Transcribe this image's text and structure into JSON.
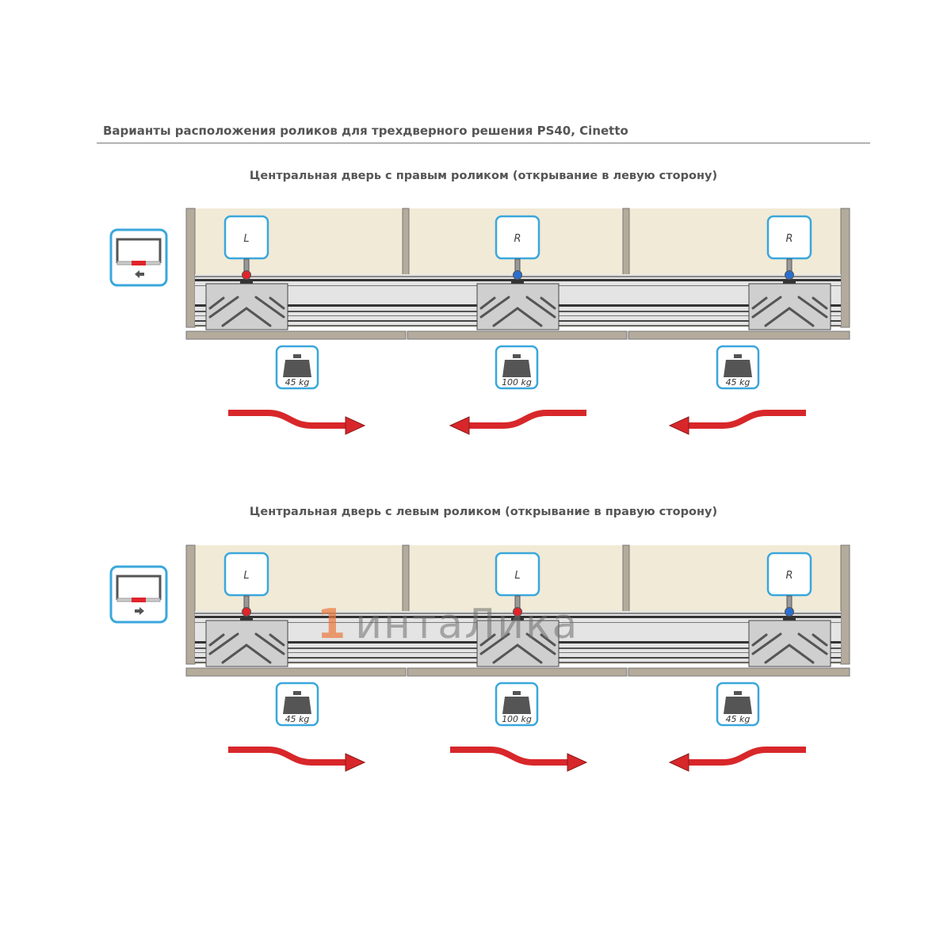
{
  "title": "Варианты расположения роликов для трехдверного решения PS40, Cinetto",
  "watermark": {
    "mark": "1",
    "text": "интаЛика"
  },
  "colors": {
    "frame": "#b4ab9c",
    "panel": "#f1ead6",
    "accent_blue": "#3aa7dc",
    "arrow_red": "#d8272a",
    "roller_red": "#e0242a",
    "roller_blue": "#2a6fd0"
  },
  "panels": [
    {
      "subtitle": "Центральная дверь с правым роликом (открывание в левую сторону)",
      "direction_icon": "arrow-left",
      "doors": [
        {
          "roller": "L",
          "weight": "45 kg",
          "arrow": "right"
        },
        {
          "roller": "R",
          "weight": "100 kg",
          "arrow": "left"
        },
        {
          "roller": "R",
          "weight": "45 kg",
          "arrow": "left"
        }
      ]
    },
    {
      "subtitle": "Центральная дверь с левым роликом (открывание в правую сторону)",
      "direction_icon": "arrow-right",
      "doors": [
        {
          "roller": "L",
          "weight": "45 kg",
          "arrow": "right"
        },
        {
          "roller": "L",
          "weight": "100 kg",
          "arrow": "right"
        },
        {
          "roller": "R",
          "weight": "45 kg",
          "arrow": "left"
        }
      ]
    }
  ]
}
